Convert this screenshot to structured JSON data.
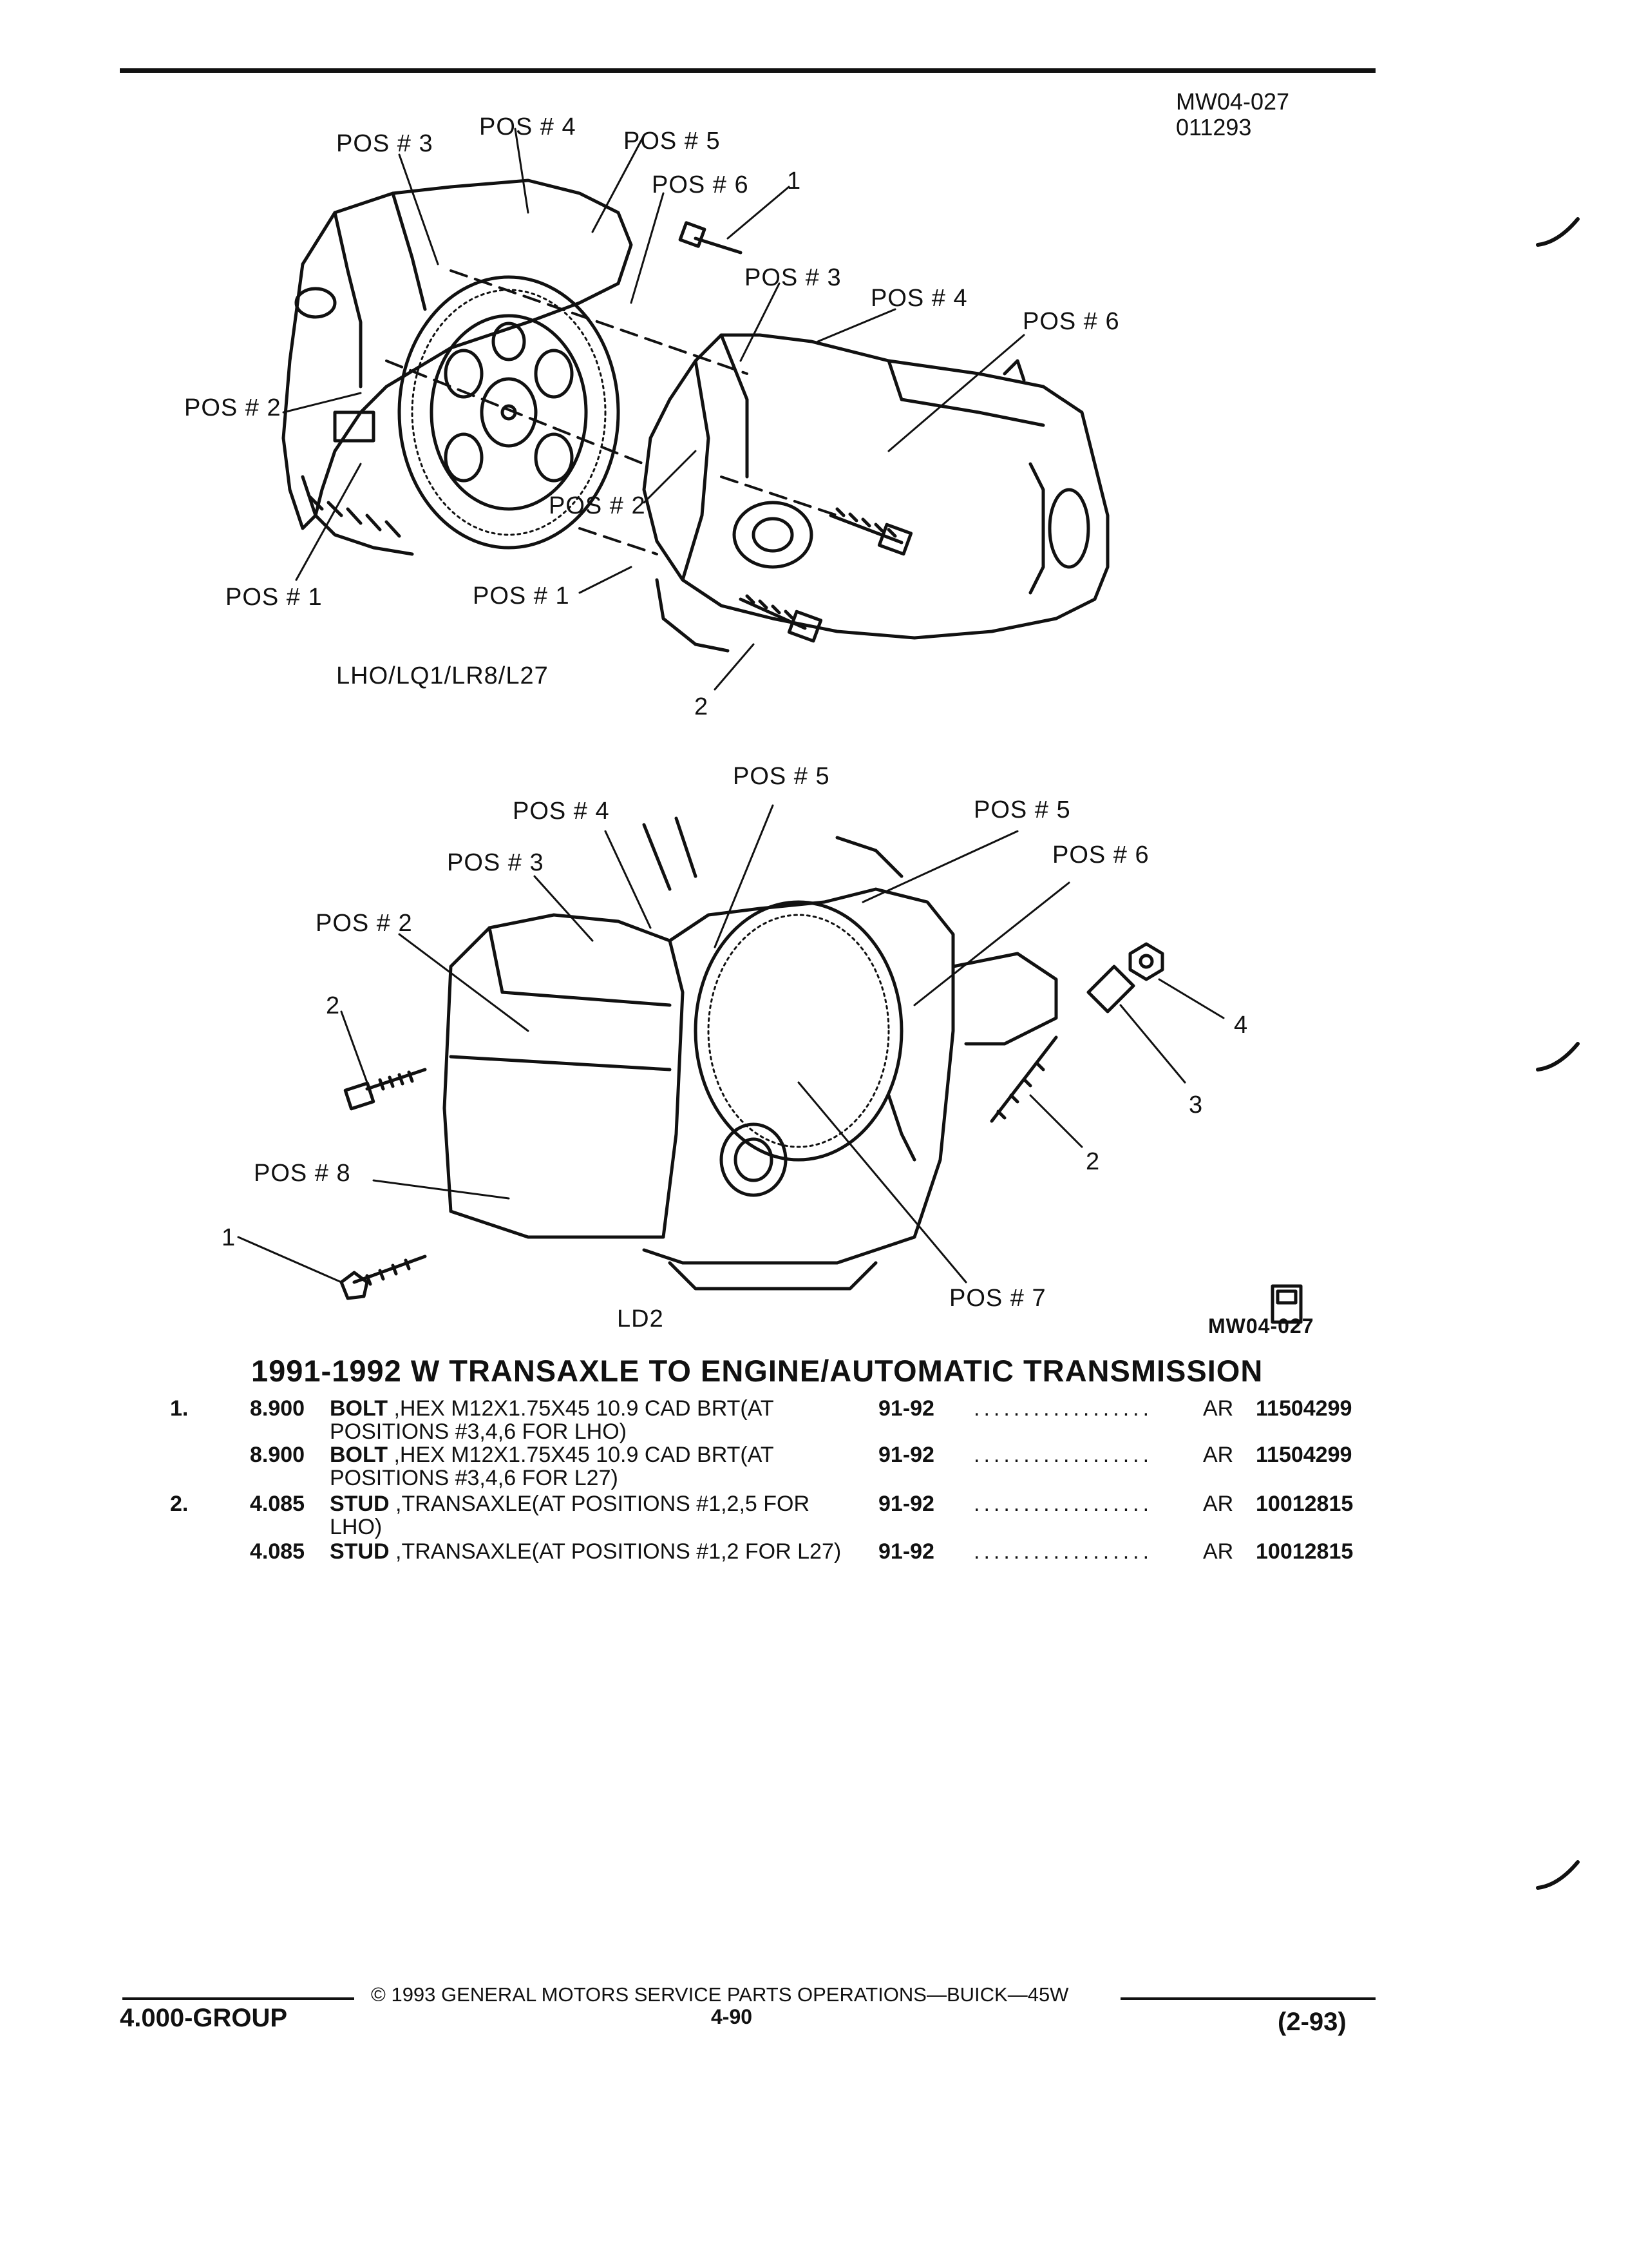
{
  "header": {
    "fig_id": "MW04-027",
    "date_code": "011293"
  },
  "upper_diagram": {
    "caption": "LHO/LQ1/LR8/L27",
    "labels": {
      "pos3_a": "POS # 3",
      "pos4_a": "POS # 4",
      "pos5_a": "POS # 5",
      "pos6_a": "POS # 6",
      "one_a": "1",
      "pos3_b": "POS # 3",
      "pos4_b": "POS # 4",
      "pos6_b": "POS # 6",
      "pos2_a": "POS # 2",
      "pos2_b": "POS # 2",
      "pos1_a": "POS # 1",
      "pos1_b": "POS # 1",
      "two_a": "2"
    }
  },
  "lower_diagram": {
    "caption": "LD2",
    "fig_id": "MW04-027",
    "labels": {
      "pos5_a": "POS # 5",
      "pos4": "POS # 4",
      "pos5_b": "POS # 5",
      "pos3": "POS # 3",
      "pos6": "POS # 6",
      "pos2": "POS # 2",
      "two_a": "2",
      "four": "4",
      "three": "3",
      "two_b": "2",
      "pos8": "POS # 8",
      "one": "1",
      "pos7": "POS # 7"
    }
  },
  "section_title": "1991-1992 W TRANSAXLE TO ENGINE/AUTOMATIC TRANSMISSION",
  "parts": [
    {
      "item": "1.",
      "group": "8.900",
      "name": "BOLT",
      "desc": " ,HEX M12X1.75X45 10.9 CAD BRT(AT POSITIONS #3,4,6 FOR LHO)",
      "years": "91-92",
      "dots": "..................",
      "qty": "AR",
      "part_no": "11504299"
    },
    {
      "item": "",
      "group": "8.900",
      "name": "BOLT",
      "desc": " ,HEX M12X1.75X45 10.9 CAD BRT(AT POSITIONS #3,4,6 FOR L27)",
      "years": "91-92",
      "dots": "..................",
      "qty": "AR",
      "part_no": "11504299"
    },
    {
      "item": "2.",
      "group": "4.085",
      "name": "STUD",
      "desc": " ,TRANSAXLE(AT POSITIONS #1,2,5 FOR LHO)",
      "years": "91-92",
      "dots": "..................",
      "qty": "AR",
      "part_no": "10012815"
    },
    {
      "item": "",
      "group": "4.085",
      "name": "STUD",
      "desc": " ,TRANSAXLE(AT POSITIONS #1,2 FOR L27)",
      "years": "91-92",
      "dots": "..................",
      "qty": "AR",
      "part_no": "10012815"
    }
  ],
  "footer": {
    "copyright": "© 1993 GENERAL MOTORS SERVICE PARTS OPERATIONS—BUICK—45W",
    "group": "4.000-GROUP",
    "page": "4-90",
    "revision": "(2-93)"
  }
}
